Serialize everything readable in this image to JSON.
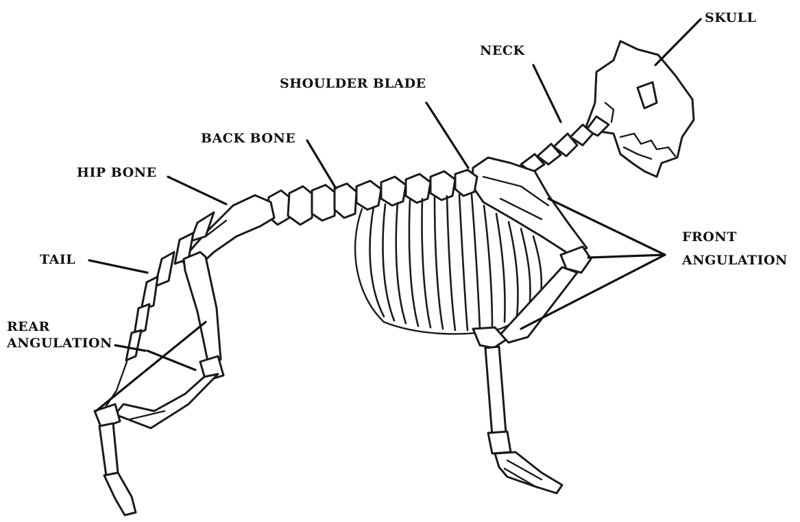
{
  "labels": {
    "skull": "SKULL",
    "neck": "NECK",
    "shoulder_blade": "SHOULDER BLADE",
    "back_bone": "BACK BONE",
    "hip_bone": "HIP BONE",
    "tail": "TAIL",
    "rear_angulation_line1": "REAR",
    "rear_angulation_line2": "ANGULATION",
    "front_angulation_line1": "FRONT",
    "front_angulation_line2": "ANGULATION"
  }
}
